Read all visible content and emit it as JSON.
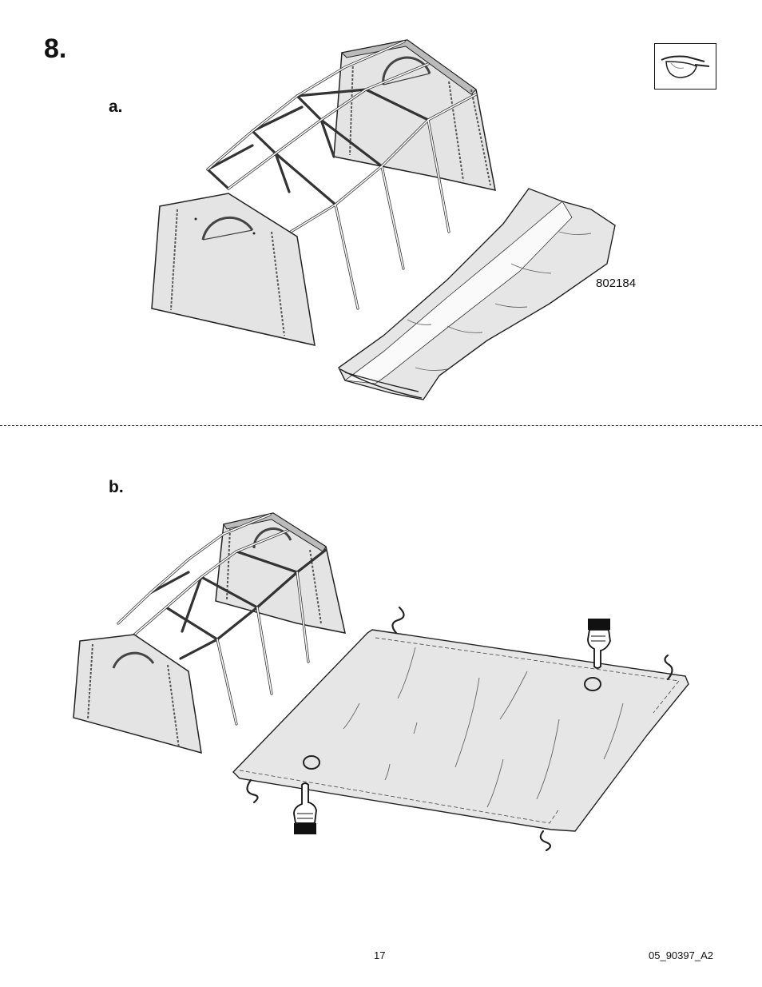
{
  "step": {
    "number": "8.",
    "substep_a": "a.",
    "substep_b": "b."
  },
  "part": {
    "number": "802184"
  },
  "footer": {
    "page_number": "17",
    "document_code": "05_90397_A2"
  },
  "icons": {
    "safety": "safety-goggles-icon",
    "hand_a": "pointing-hand-icon",
    "hand_b": "pointing-hand-icon"
  }
}
